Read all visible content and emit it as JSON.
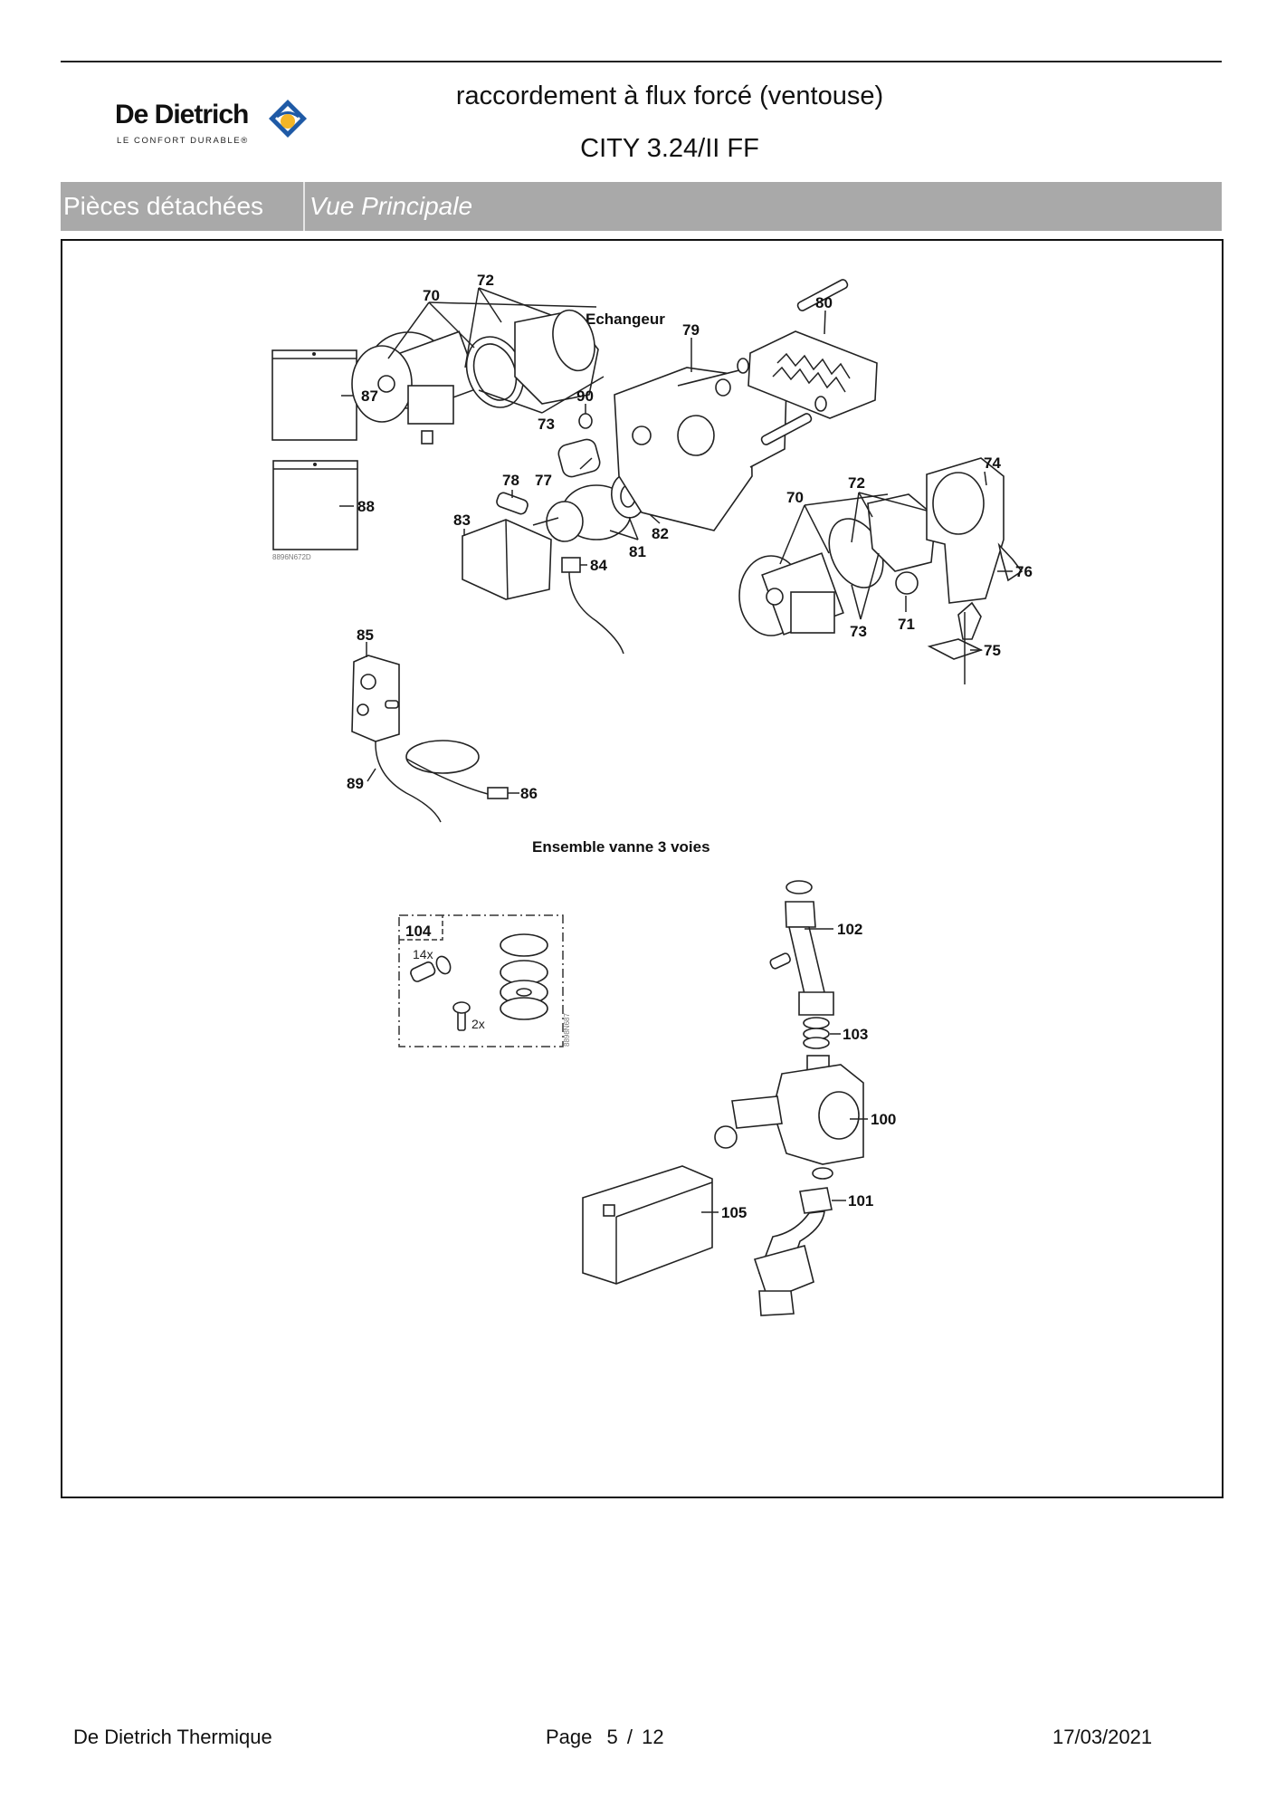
{
  "header": {
    "brand": "De Dietrich",
    "brand_tagline": "LE CONFORT DURABLE®",
    "title": "raccordement à flux forcé (ventouse)",
    "subtitle": "CITY 3.24/II FF"
  },
  "nav_bar": {
    "section": "Pièces détachées",
    "view": "Vue Principale"
  },
  "diagram": {
    "sections": {
      "echangeur": "Echangeur",
      "vanne": "Ensemble vanne 3 voies"
    },
    "part_labels": [
      "70",
      "71",
      "72",
      "73",
      "74",
      "75",
      "76",
      "77",
      "78",
      "79",
      "80",
      "81",
      "82",
      "83",
      "84",
      "85",
      "86",
      "87",
      "88",
      "89",
      "90",
      "100",
      "101",
      "102",
      "103",
      "104",
      "105"
    ],
    "kit_quantities": {
      "screws_small": "14x",
      "bolts": "2x"
    },
    "drawing_codes": {
      "bags": "8896N672D",
      "kit": "8898N687"
    }
  },
  "footer": {
    "company": "De Dietrich Thermique",
    "page_label": "Page",
    "page_current": "5",
    "page_separator": "/",
    "page_total": "12",
    "date": "17/03/2021"
  },
  "colors": {
    "bar_bg": "#a9a9a9",
    "logo_blue": "#1f5aa6",
    "logo_yellow": "#f4b526"
  }
}
